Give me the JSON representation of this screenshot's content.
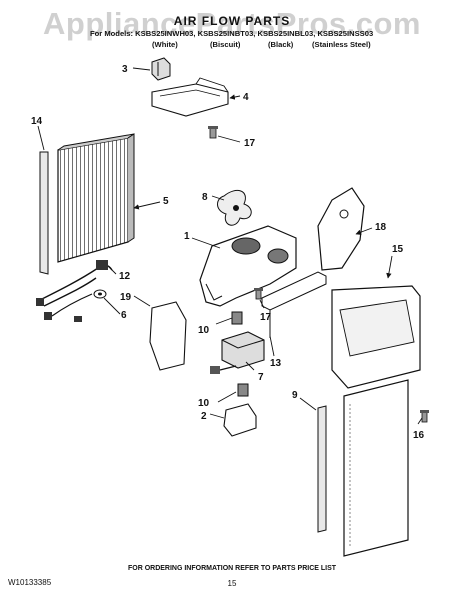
{
  "watermark": "AppliancePartsPros.com",
  "header": {
    "title": "AIR FLOW PARTS",
    "models_line": "For Models: KSBS25INWH03, KSBS25INBT03, KSBS25INBL03, KSBS25INSS03",
    "variants": [
      "(White)",
      "(Biscuit)",
      "(Black)",
      "(Stainless Steel)"
    ]
  },
  "callouts": [
    "1",
    "2",
    "3",
    "4",
    "5",
    "6",
    "7",
    "8",
    "9",
    "10",
    "10",
    "12",
    "13",
    "14",
    "15",
    "16",
    "17",
    "17",
    "18",
    "19"
  ],
  "footer": {
    "doc_number": "W10133385",
    "ordering_note": "FOR ORDERING INFORMATION REFER TO PARTS PRICE LIST",
    "page_number": "15"
  }
}
